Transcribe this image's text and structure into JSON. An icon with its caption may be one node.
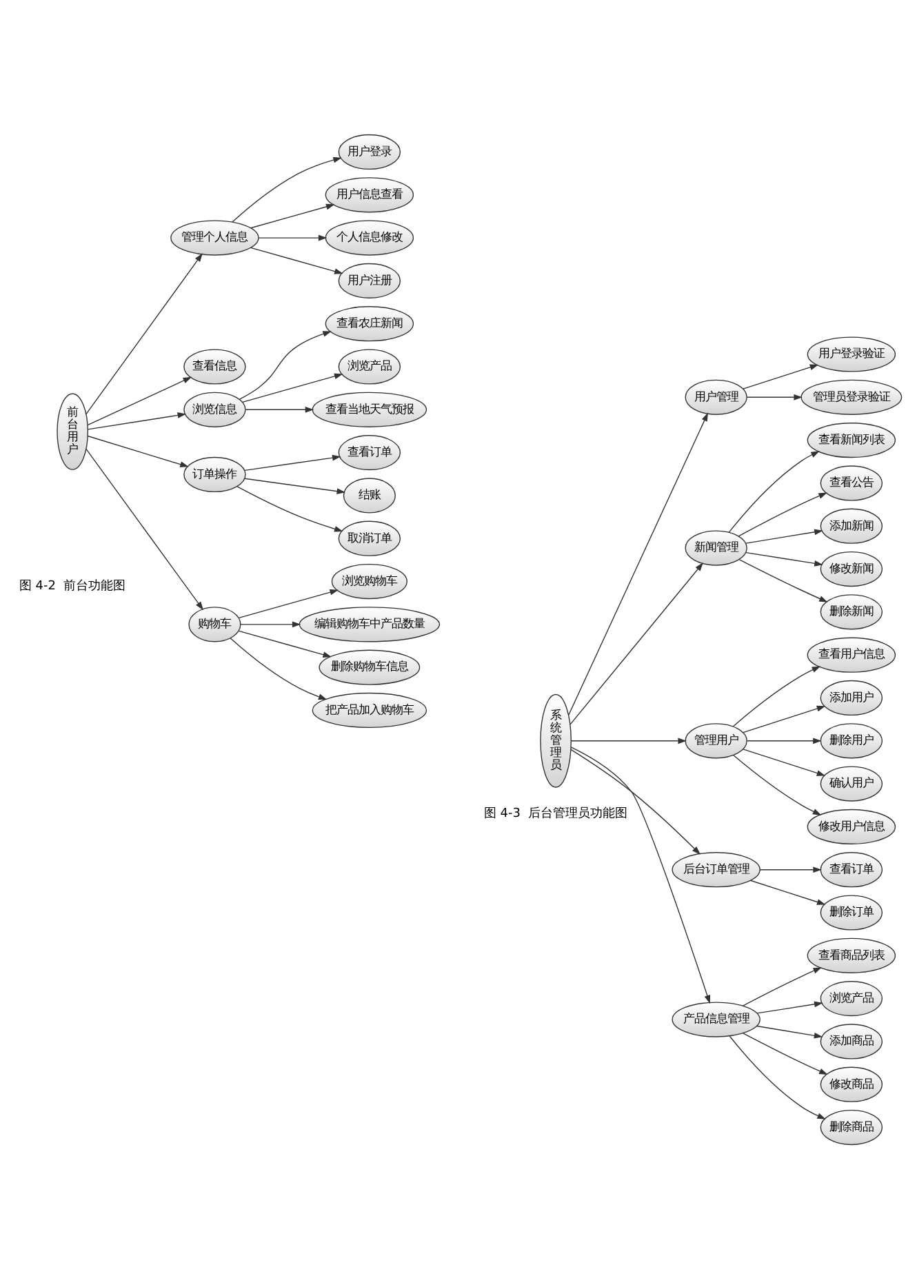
{
  "diagram": {
    "nodes": [
      {
        "text": [
          "前台用户"
        ]
      },
      {
        "text": [
          "管理个人信息"
        ]
      },
      {
        "text": [
          "用户登录"
        ]
      },
      {
        "text": [
          "用户信息查看"
        ]
      },
      {
        "text": [
          "个人信息修改"
        ]
      },
      {
        "text": [
          "用户注册"
        ]
      },
      {
        "text": [
          "查看信息"
        ]
      },
      {
        "text": [
          "浏览信息"
        ]
      },
      {
        "text": [
          "查看农庄新闻"
        ]
      },
      {
        "text": [
          "浏览产品"
        ]
      },
      {
        "text": [
          "查看当地天气预报"
        ]
      },
      {
        "text": [
          "订单操作"
        ]
      },
      {
        "text": [
          "查看订单"
        ]
      },
      {
        "text": [
          "结账"
        ]
      },
      {
        "text": [
          "取消订单"
        ]
      },
      {
        "text": [
          "购物车"
        ]
      },
      {
        "text": [
          "浏览购物车"
        ]
      },
      {
        "text": [
          "编辑购物车中产品数量"
        ]
      },
      {
        "text": [
          "删除购物车信息"
        ]
      },
      {
        "text": [
          "把产品加入购物车"
        ]
      },
      {
        "text": [
          "系统管理员"
        ]
      },
      {
        "text": [
          "用户管理"
        ]
      },
      {
        "text": [
          "用户登录验证"
        ]
      },
      {
        "text": [
          "管理员登录验证"
        ]
      },
      {
        "text": [
          "新闻管理"
        ]
      },
      {
        "text": [
          "查看新闻列表"
        ]
      },
      {
        "text": [
          "查看公告"
        ]
      },
      {
        "text": [
          "添加新闻"
        ]
      },
      {
        "text": [
          "修改新闻"
        ]
      },
      {
        "text": [
          "删除新闻"
        ]
      },
      {
        "text": [
          "管理用户"
        ]
      },
      {
        "text": [
          "查看用户信息"
        ]
      },
      {
        "text": [
          "添加用户"
        ]
      },
      {
        "text": [
          "删除用户"
        ]
      },
      {
        "text": [
          "确认用户"
        ]
      },
      {
        "text": [
          "修改用户信息"
        ]
      },
      {
        "text": [
          "后台订单管理"
        ]
      },
      {
        "text": [
          "查看订单"
        ]
      },
      {
        "text": [
          "删除订单"
        ]
      },
      {
        "text": [
          "产品信息管理"
        ]
      },
      {
        "text": [
          "查看商品列表"
        ]
      },
      {
        "text": [
          "浏览产品"
        ]
      },
      {
        "text": [
          "添加商品"
        ]
      },
      {
        "text": [
          "修改商品"
        ]
      },
      {
        "text": [
          "删除商品"
        ]
      }
    ],
    "edges": [
      {
        "from": 0,
        "to": 1,
        "arrow": "to"
      },
      {
        "from": 1,
        "to": 2,
        "arrow": "to"
      },
      {
        "from": 1,
        "to": 3,
        "arrow": "to"
      },
      {
        "from": 1,
        "to": 4,
        "arrow": "to"
      },
      {
        "from": 1,
        "to": 5,
        "arrow": "to"
      },
      {
        "from": 0,
        "to": 6,
        "arrow": "to"
      },
      {
        "from": 0,
        "to": 7,
        "arrow": "to"
      },
      {
        "from": 7,
        "to": 8,
        "arrow": "to"
      },
      {
        "from": 7,
        "to": 9,
        "arrow": "to"
      },
      {
        "from": 7,
        "to": 10,
        "arrow": "to"
      },
      {
        "from": 0,
        "to": 11,
        "arrow": "to"
      },
      {
        "from": 11,
        "to": 12,
        "arrow": "to"
      },
      {
        "from": 11,
        "to": 13,
        "arrow": "to"
      },
      {
        "from": 11,
        "to": 14,
        "arrow": "to"
      },
      {
        "from": 0,
        "to": 15,
        "arrow": "to"
      },
      {
        "from": 15,
        "to": 16,
        "arrow": "to"
      },
      {
        "from": 15,
        "to": 17,
        "arrow": "to"
      },
      {
        "from": 15,
        "to": 18,
        "arrow": "to"
      },
      {
        "from": 15,
        "to": 19,
        "arrow": "to"
      },
      {
        "from": 20,
        "to": 21,
        "arrow": "to"
      },
      {
        "from": 21,
        "to": 22,
        "arrow": "to"
      },
      {
        "from": 21,
        "to": 23,
        "arrow": "to"
      },
      {
        "from": 20,
        "to": 24,
        "arrow": "to"
      },
      {
        "from": 24,
        "to": 25,
        "arrow": "to"
      },
      {
        "from": 24,
        "to": 26,
        "arrow": "to"
      },
      {
        "from": 24,
        "to": 27,
        "arrow": "to"
      },
      {
        "from": 24,
        "to": 28,
        "arrow": "to"
      },
      {
        "from": 24,
        "to": 29,
        "arrow": "to"
      },
      {
        "from": 20,
        "to": 30,
        "arrow": "to"
      },
      {
        "from": 30,
        "to": 31,
        "arrow": "to"
      },
      {
        "from": 30,
        "to": 32,
        "arrow": "to"
      },
      {
        "from": 30,
        "to": 33,
        "arrow": "to"
      },
      {
        "from": 30,
        "to": 34,
        "arrow": "to"
      },
      {
        "from": 30,
        "to": 35,
        "arrow": "to"
      },
      {
        "from": 20,
        "to": 36,
        "arrow": "to"
      },
      {
        "from": 36,
        "to": 37,
        "arrow": "to"
      },
      {
        "from": 36,
        "to": 38,
        "arrow": "to"
      },
      {
        "from": 20,
        "to": 39,
        "arrow": "to"
      },
      {
        "from": 39,
        "to": 40,
        "arrow": "to"
      },
      {
        "from": 39,
        "to": 41,
        "arrow": "to"
      },
      {
        "from": 39,
        "to": 42,
        "arrow": "to"
      },
      {
        "from": 39,
        "to": 43,
        "arrow": "to"
      },
      {
        "from": 39,
        "to": 44,
        "arrow": "to"
      }
    ],
    "labels": [
      "图 4-2  前台功能图",
      "图 4-3  后台管理员功能图"
    ]
  }
}
